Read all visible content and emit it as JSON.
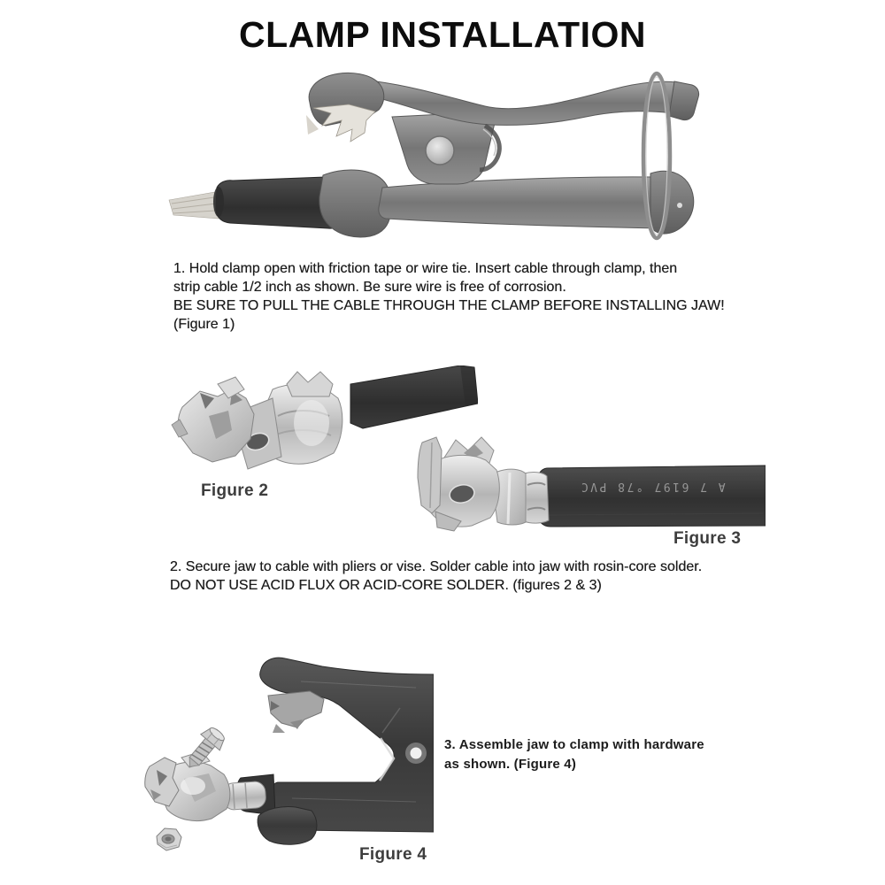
{
  "title": "CLAMP INSTALLATION",
  "steps": {
    "step1": {
      "line1": "1. Hold clamp open with friction tape or wire tie. Insert cable through clamp, then",
      "line2": "strip cable 1/2 inch as shown. Be sure wire is free of corrosion.",
      "line3": "BE SURE TO PULL THE CABLE THROUGH THE CLAMP BEFORE INSTALLING JAW!",
      "line4": "(Figure 1)"
    },
    "step2": {
      "line1": "2. Secure jaw to cable with pliers or vise. Solder cable into jaw with rosin-core solder.",
      "line2": "DO NOT USE ACID FLUX OR ACID-CORE SOLDER. (figures 2 & 3)"
    },
    "step3": {
      "line1": "3. Assemble jaw to clamp with hardware",
      "line2": "as shown. (Figure 4)"
    }
  },
  "figure_labels": {
    "figure2": "Figure 2",
    "figure3": "Figure 3",
    "figure4": "Figure 4"
  },
  "cable_marking": "A 7 6197 °78 PVC",
  "colors": {
    "background": "#ffffff",
    "body_text": "#1c1c1c",
    "figure_label_text": "#3d3d3d",
    "cable_dark": "#383838",
    "clamp_metal_gray": "#858585",
    "clamp_dark_gray": "#454545",
    "shiny_jaw_metal": "#d6d6d6"
  }
}
